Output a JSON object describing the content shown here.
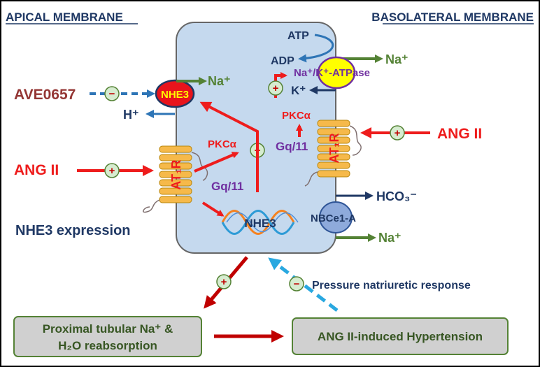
{
  "headers": {
    "apical": "APICAL MEMBRANE",
    "basolateral": "BASOLATERAL MEMBRANE"
  },
  "apical": {
    "inhibitor": "AVE0657",
    "exchanger": "NHE3",
    "sodium_out": "Na⁺",
    "proton": "H⁺",
    "stimulus": "ANG II",
    "receptor": "AT₁R",
    "kinase": "PKCα",
    "gprotein": "Gq/11",
    "gene": "NHE3",
    "expression": "NHE3 expression"
  },
  "basolateral": {
    "atp": "ATP",
    "adp": "ADP",
    "sodium_out": "Na⁺",
    "pump": "Na⁺/K⁺-ATPase",
    "potassium": "K⁺",
    "kinase": "PKCα",
    "gprotein": "Gq/11",
    "receptor": "AT₁R",
    "stimulus": "ANG II",
    "bicarbonate": "HCO₃⁻",
    "cotransporter": "NBCe1-A",
    "sodium_nbc": "Na⁺"
  },
  "outcomes": {
    "reabsorption_line1": "Proximal tubular Na⁺ &",
    "reabsorption_line2": "H₂O reabsorption",
    "hypertension": "ANG II-induced Hypertension",
    "natriuretic": "Pressure natriuretic response"
  },
  "signs": {
    "plus": "+",
    "minus": "−"
  },
  "colors": {
    "cell_fill": "#c5d9ee",
    "red_arrow": "#ee1c1c",
    "dark_red": "#c00000",
    "green": "#548235",
    "navy": "#1f3864",
    "purple": "#7030a0",
    "cyan": "#29a8e0",
    "receptor": "#f6b94a",
    "pump": "#ffff00",
    "outcome_box": "#d0d0d0"
  }
}
